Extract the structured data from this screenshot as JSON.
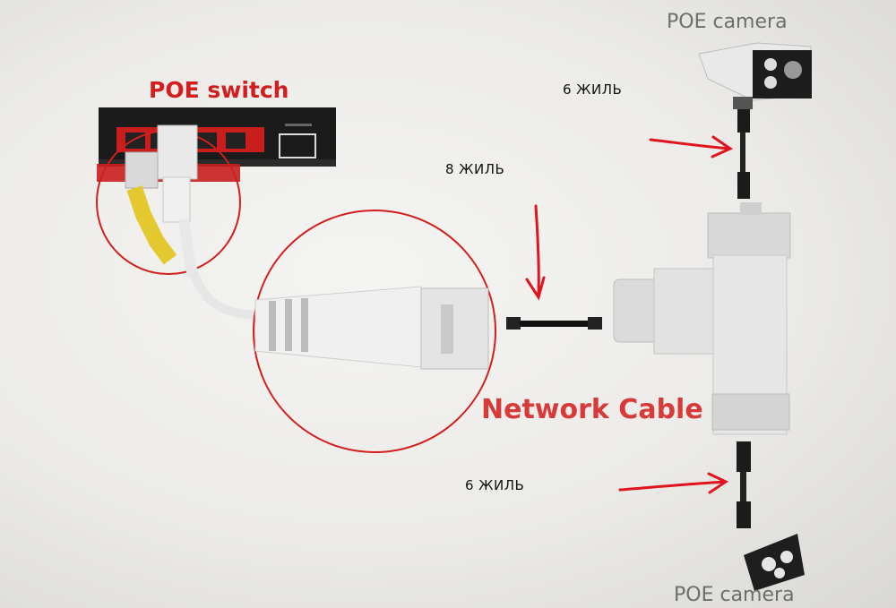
{
  "labels": {
    "poe_switch": "POE switch",
    "poe_camera_top": "POE camera",
    "poe_camera_bottom": "POE camera",
    "network_cable": "Network Cable",
    "wires_top": "6 ЖИЛЬ",
    "wires_middle": "8 ЖИЛЬ",
    "wires_bottom": "6 ЖИЛЬ"
  },
  "colors": {
    "accent_red": "#d21e1e",
    "arrow_red": "#e0141e",
    "switch_body": "#1a1a1a"
  },
  "icons": [
    "poe-switch-device",
    "poe-camera-top",
    "poe-camera-bottom",
    "splitter-tee",
    "rj45-plug"
  ]
}
